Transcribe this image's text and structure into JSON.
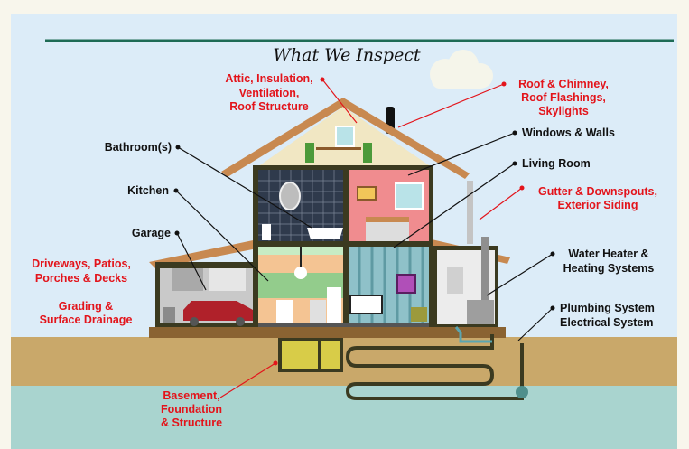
{
  "title": "What We Inspect",
  "colors": {
    "red_label": "#e3141b",
    "black_label": "#111111",
    "rule": "#1e6b55",
    "sky": "#dcecf8",
    "ground": "#c9a86a",
    "water": "#a9d4cf"
  },
  "labels": {
    "attic": [
      "Attic, Insulation,",
      "Ventilation,",
      "Roof Structure"
    ],
    "roof": [
      "Roof & Chimney,",
      "Roof Flashings,",
      "Skylights"
    ],
    "bathroom": "Bathroom(s)",
    "windows": "Windows & Walls",
    "living": "Living Room",
    "gutter": [
      "Gutter & Downspouts,",
      "Exterior Siding"
    ],
    "kitchen": "Kitchen",
    "garage": "Garage",
    "driveways": [
      "Driveways, Patios,",
      "Porches & Decks"
    ],
    "grading": [
      "Grading &",
      "Surface Drainage"
    ],
    "water_heater": [
      "Water Heater &",
      "Heating Systems"
    ],
    "plumbing": [
      "Plumbing System",
      "Electrical System"
    ],
    "basement": [
      "Basement,",
      "Foundation",
      "& Structure"
    ]
  }
}
